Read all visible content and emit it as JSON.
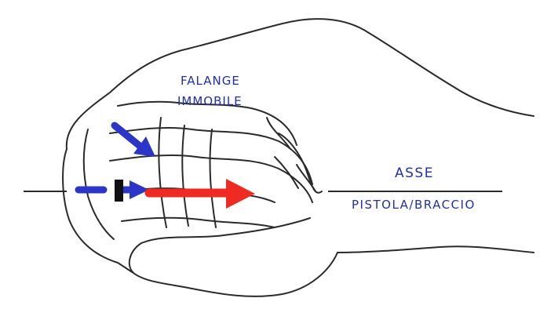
{
  "labels": {
    "phalanx_line1": "FALANGE",
    "phalanx_line2": "IMMOBILE",
    "axis_line1": "ASSE",
    "axis_line2": "PISTOLA/BRACCIO"
  },
  "colors": {
    "outline": "#2a2a2a",
    "blue_arrow": "#2b35c8",
    "red_arrow": "#ee2a22",
    "marker": "#111111",
    "text": "#1f2fb0"
  },
  "icons": {
    "diagonal_arrow": "blue-arrow-icon",
    "horizontal_arrow": "blue-arrow-icon",
    "force_arrow": "red-arrow-icon",
    "contact_marker": "black-bar-icon"
  }
}
